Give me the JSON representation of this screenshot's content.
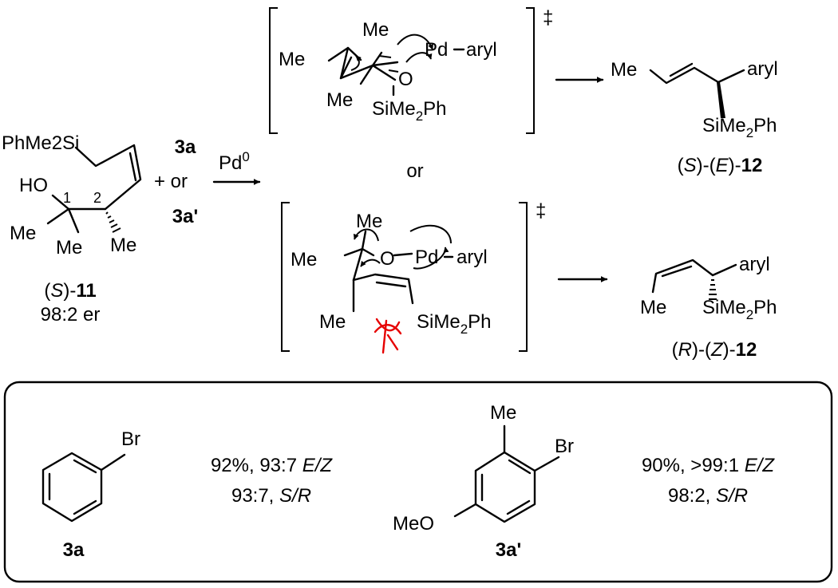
{
  "reactant": {
    "silyl": "PhMe2Si",
    "oh": "HO",
    "c1": "1",
    "c2": "2",
    "me_left": "Me",
    "me_bottom": "Me",
    "me_right": "Me",
    "name_prefix": "(",
    "name_italic": "S",
    "name_suffix": ")-",
    "name_number": "11",
    "er": "98:2 er"
  },
  "conditions": {
    "plus": "+ or",
    "reagent_a": "3a",
    "reagent_b": "3a'",
    "catalyst": "Pd",
    "catalyst_sup": "0"
  },
  "ts_top": {
    "me_top": "Me",
    "me_left": "Me",
    "me_bottom": "Me",
    "pd": "Pd",
    "aryl": "aryl",
    "o": "O",
    "silyl": "SiMe",
    "silyl_sub": "2",
    "silyl_end": "Ph",
    "dagger": "‡"
  },
  "or_label": "or",
  "ts_bottom": {
    "me_top": "Me",
    "me_left": "Me",
    "me_bottom": "Me",
    "o": "O",
    "pd": "Pd",
    "aryl": "aryl",
    "silyl": "SiMe",
    "silyl_sub": "2",
    "silyl_end": "Ph",
    "dagger": "‡"
  },
  "product_E": {
    "me": "Me",
    "aryl": "aryl",
    "silyl": "SiMe",
    "silyl_sub": "2",
    "silyl_end": "Ph",
    "label_parts": [
      "(",
      "S",
      ")-(",
      "E",
      ")-",
      "12"
    ]
  },
  "product_Z": {
    "me": "Me",
    "aryl": "aryl",
    "silyl": "SiMe",
    "silyl_sub": "2",
    "silyl_end": "Ph",
    "label_parts": [
      "(",
      "R",
      ")-(",
      "Z",
      ")-",
      "12"
    ]
  },
  "table": {
    "a": {
      "label": "3a",
      "substituent": "Br",
      "line1": "92%, 93:7 ",
      "line1_italic": "E/Z",
      "line2": "93:7, ",
      "line2_italic": "S/R"
    },
    "b": {
      "label": "3a'",
      "me": "Me",
      "br": "Br",
      "meo": "MeO",
      "line1": "90%, >99:1 ",
      "line1_italic": "E/Z",
      "line2": "98:2, ",
      "line2_italic": "S/R"
    }
  },
  "colors": {
    "clash": "#e60000",
    "ink": "#000000"
  }
}
